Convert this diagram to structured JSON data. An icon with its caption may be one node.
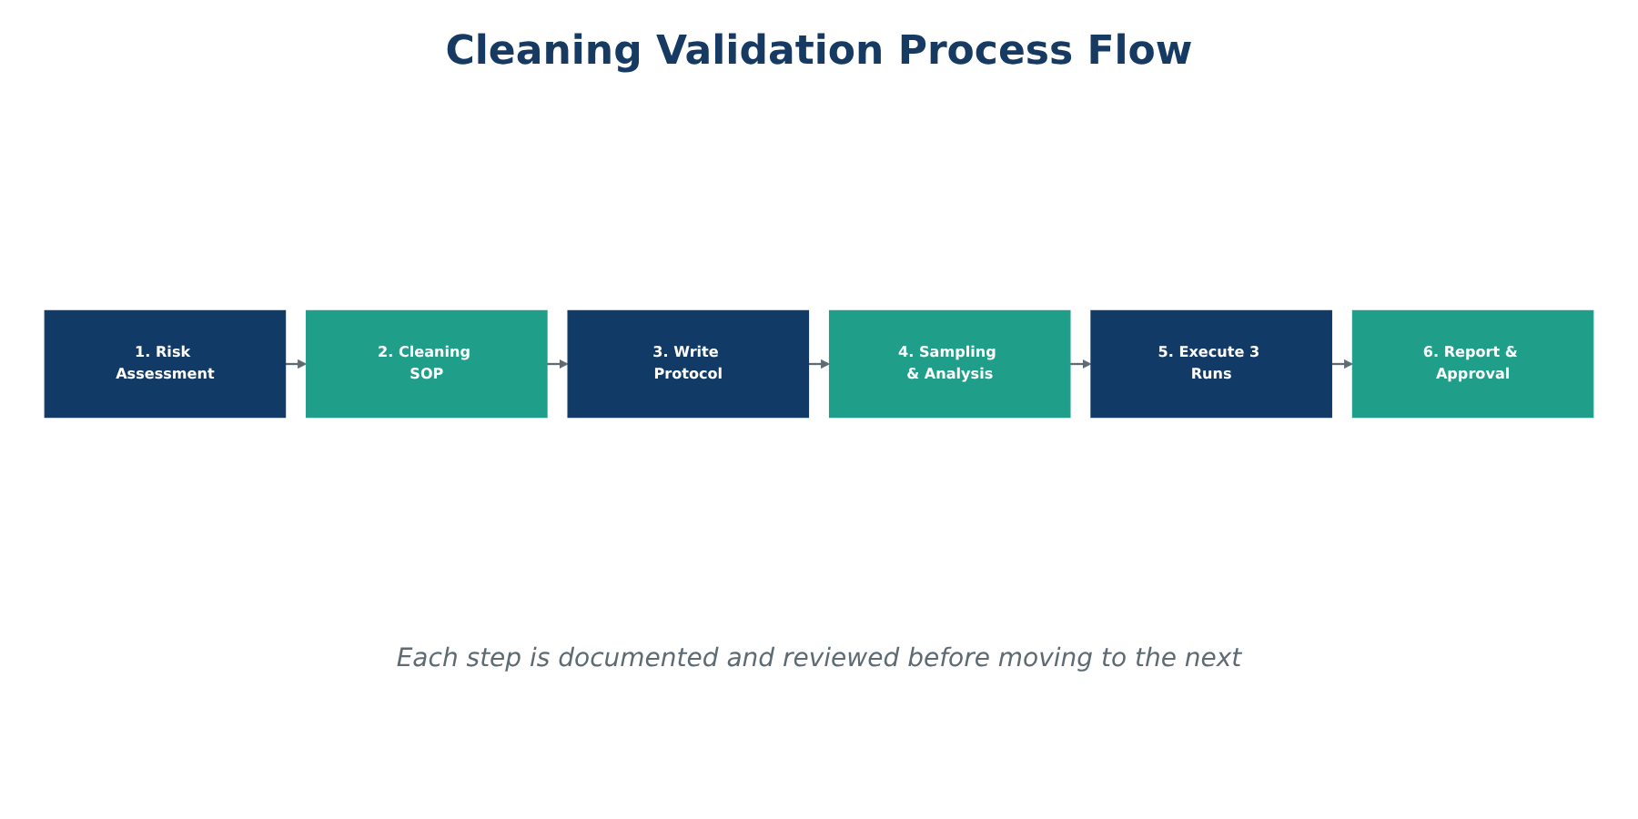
{
  "diagram": {
    "title": "Cleaning Validation Process Flow",
    "caption": "Each step is documented and reviewed before moving to the next",
    "nodes": [
      {
        "text": [
          "1. Risk Assessment"
        ]
      },
      {
        "text": [
          "2. Cleaning SOP"
        ]
      },
      {
        "text": [
          "3. Write Protocol"
        ]
      },
      {
        "text": [
          "4. Sampling & Analysis"
        ]
      },
      {
        "text": [
          "5. Execute 3 Runs"
        ]
      },
      {
        "text": [
          "6. Report & Approval"
        ]
      }
    ],
    "edges": [
      {
        "from": 0,
        "to": 1,
        "arrow": "to"
      },
      {
        "from": 1,
        "to": 2,
        "arrow": "to"
      },
      {
        "from": 2,
        "to": 3,
        "arrow": "to"
      },
      {
        "from": 3,
        "to": 4,
        "arrow": "to"
      },
      {
        "from": 4,
        "to": 5,
        "arrow": "to"
      }
    ]
  }
}
